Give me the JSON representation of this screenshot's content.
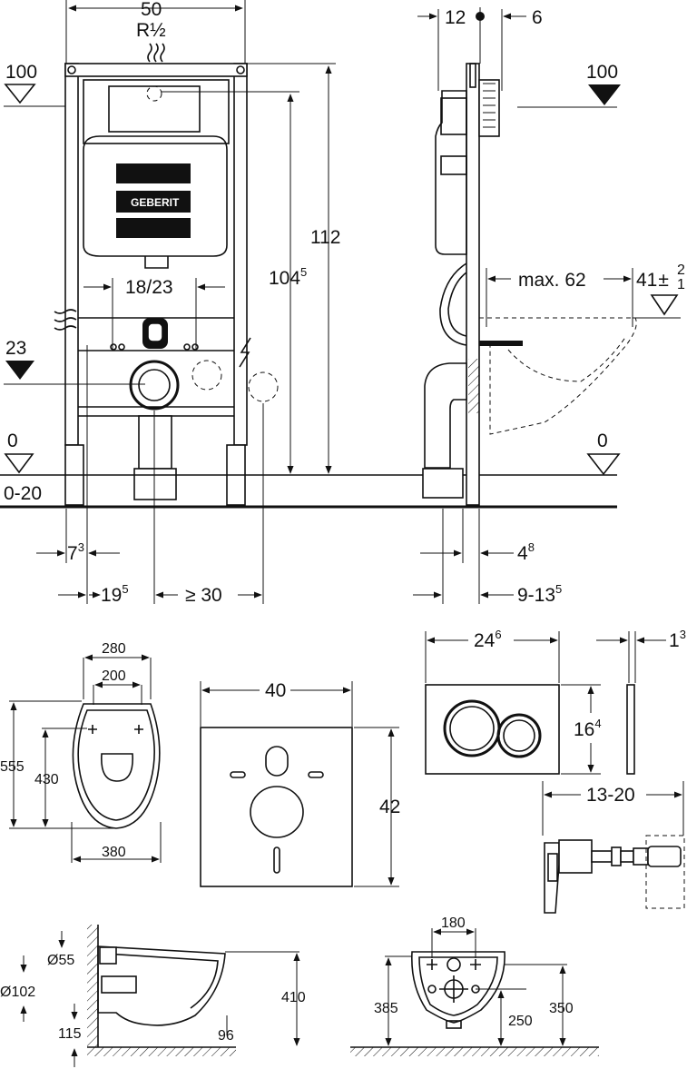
{
  "brand": "GEBERIT",
  "front_view": {
    "width": "50",
    "thread": "R½",
    "height_total": "112",
    "height_inlet": "104",
    "height_inlet_sup": "5",
    "bolt_spacing": "18/23",
    "level_top": "100",
    "level_outlet": "23",
    "level_floor": "0",
    "floor_range": "0-20",
    "leg_offset": "7",
    "leg_offset_sup": "3",
    "drain_offset": "19",
    "drain_offset_sup": "5",
    "socket_offset": "≥ 30"
  },
  "side_view": {
    "depth_a": "12",
    "depth_b": "6",
    "level_top": "100",
    "projection": "max. 62",
    "seat_height": "41",
    "seat_tol_plus": "2",
    "seat_tol_minus": "1",
    "level_floor": "0",
    "wall_gap": "4",
    "wall_gap_sup": "8",
    "wall_depth": "9-13",
    "wall_depth_sup": "5"
  },
  "bowl_top": {
    "w_outer": "280",
    "w_inner": "200",
    "len_total": "555",
    "len_inner": "430",
    "w_base": "380"
  },
  "panel": {
    "width": "40",
    "height": "42"
  },
  "flush_plate": {
    "width": "24",
    "width_sup": "6",
    "height": "16",
    "height_sup": "4",
    "thickness": "1",
    "thickness_sup": "3"
  },
  "bolt_set": {
    "length": "13-20"
  },
  "bowl_side": {
    "d_inlet": "Ø55",
    "d_outlet": "Ø102",
    "height": "410",
    "base": "115",
    "offset": "96"
  },
  "bowl_back": {
    "width": "180",
    "h_left": "385",
    "h_mid": "250",
    "h_right": "350"
  }
}
